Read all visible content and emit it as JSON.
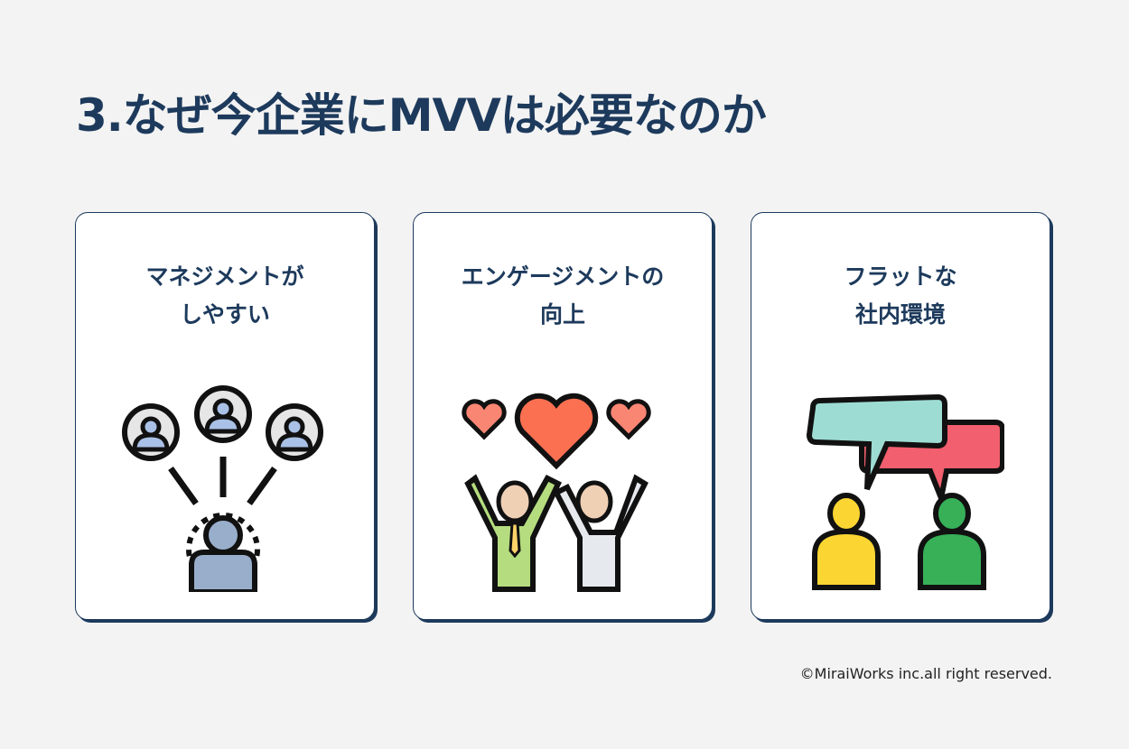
{
  "title": "3.なぜ今企業にMVVは必要なのか",
  "cards": [
    {
      "line1": "マネジメントが",
      "line2": "しやすい",
      "icon": "management-network-icon"
    },
    {
      "line1": "エンゲージメントの",
      "line2": "向上",
      "icon": "engagement-hearts-icon"
    },
    {
      "line1": "フラットな",
      "line2": "社内環境",
      "icon": "conversation-icon"
    }
  ],
  "copyright": "©MiraiWorks inc.all right reserved.",
  "colors": {
    "navy": "#1d3a5c",
    "background": "#f3f3f3"
  }
}
